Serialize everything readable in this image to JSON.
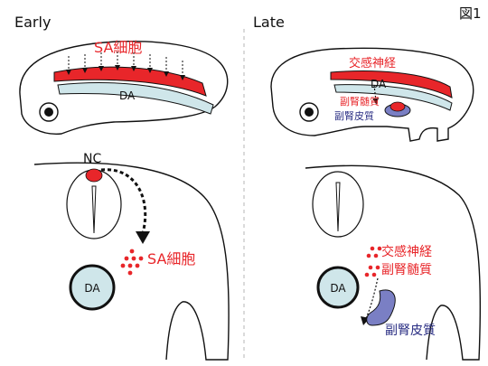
{
  "figure_label": "図1",
  "early": {
    "heading": "Early",
    "embryo": {
      "sa_label": "SA細胞",
      "da_label": "DA"
    },
    "section": {
      "nc_label": "NC",
      "sa_label": "SA細胞",
      "da_label": "DA"
    }
  },
  "late": {
    "heading": "Late",
    "embryo": {
      "sympathetic_label": "交感神経",
      "da_label": "DA",
      "medulla_label": "副腎髄質",
      "cortex_label": "副腎皮質"
    },
    "section": {
      "sympathetic_label": "交感神経",
      "medulla_label": "副腎髄質",
      "da_label": "DA",
      "cortex_label": "副腎皮質"
    }
  },
  "colors": {
    "red": "#e8262a",
    "aorta_fill": "#cfe6ea",
    "blue": "#2b2f84",
    "cortex": "#7a7fc4"
  }
}
